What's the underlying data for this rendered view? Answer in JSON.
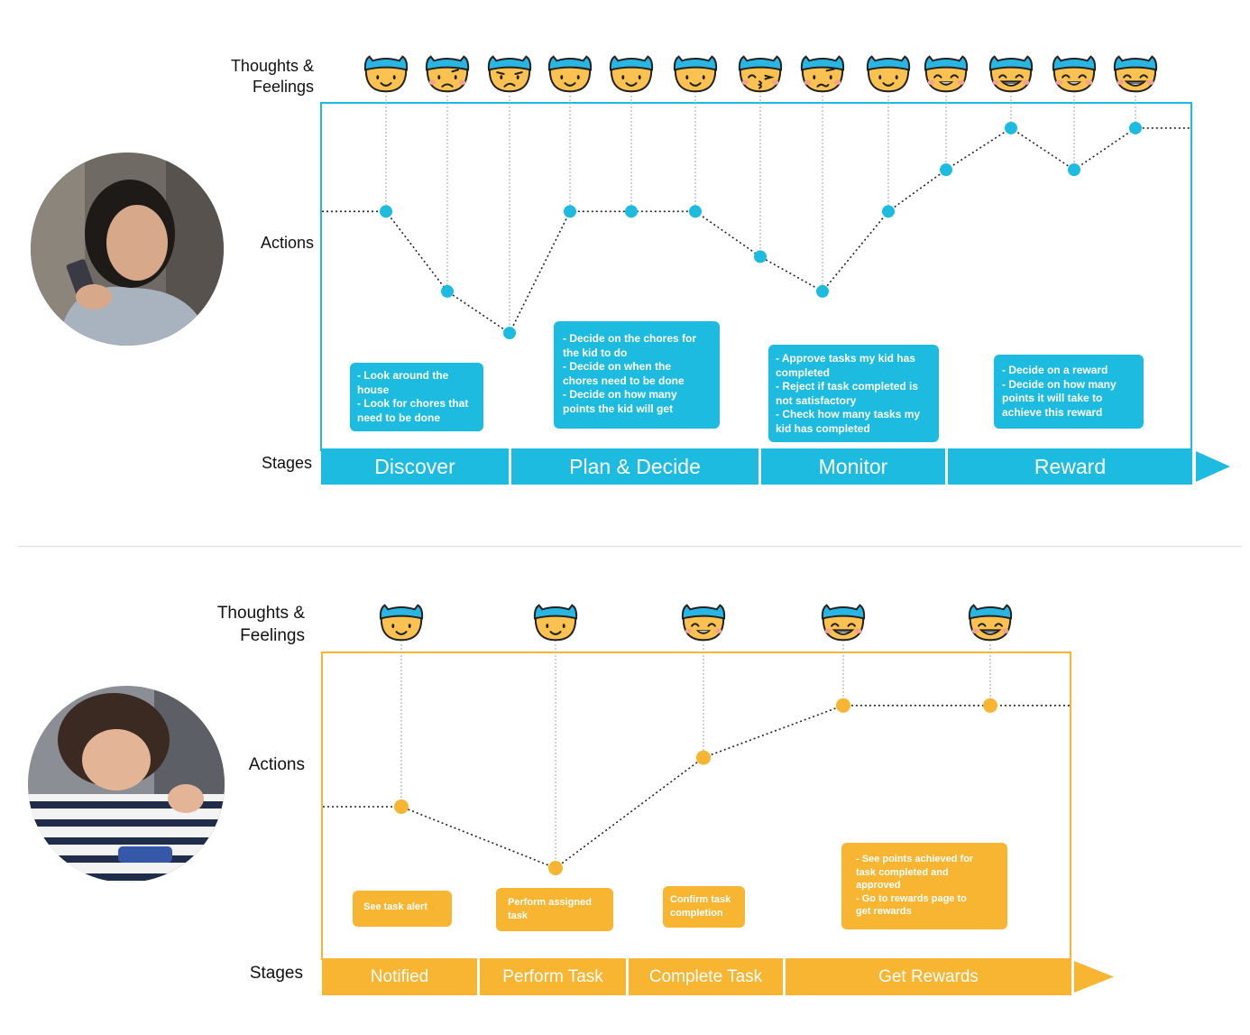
{
  "colors": {
    "parent_accent": "#1EBBE0",
    "kid_accent": "#F7B531",
    "face_fill": "#FBC252",
    "face_hat": "#29B6E3",
    "cheek": "#F6A18A",
    "divider": "#DCDCDC"
  },
  "parent_journey": {
    "row_labels": {
      "thoughts": "Thoughts &\nFeelings",
      "actions": "Actions",
      "stages": "Stages"
    },
    "avatar": {
      "icon": "woman-with-phone-photo"
    },
    "faces": [
      "smile",
      "worried",
      "frown",
      "smile",
      "smile",
      "smile",
      "wink-pout",
      "confused",
      "smile",
      "grin",
      "big-grin",
      "grin",
      "big-grin"
    ],
    "action_levels": [
      0.31,
      0.54,
      0.66,
      0.31,
      0.31,
      0.31,
      0.44,
      0.54,
      0.31,
      0.19,
      0.07,
      0.19,
      0.07
    ],
    "notes": [
      {
        "text": "- Look around the\n  house\n- Look for chores that\n  need to be done"
      },
      {
        "text": "- Decide on the chores for\n  the kid to do\n- Decide on when the\n  chores need to be done\n- Decide on how many\n  points the kid will get"
      },
      {
        "text": "- Approve tasks my kid has\n  completed\n- Reject if task completed is\n  not satisfactory\n- Check how many tasks my\n  kid has completed"
      },
      {
        "text": "- Decide on a reward\n- Decide on how many\n  points it will take to\n  achieve this reward"
      }
    ],
    "stages": [
      "Discover",
      "Plan & Decide",
      "Monitor",
      "Reward"
    ]
  },
  "kid_journey": {
    "row_labels": {
      "thoughts": "Thoughts &\nFeelings",
      "actions": "Actions",
      "stages": "Stages"
    },
    "avatar": {
      "icon": "girl-in-striped-shirt-photo"
    },
    "faces": [
      "smile",
      "smile",
      "grin",
      "big-grin",
      "big-grin"
    ],
    "action_levels": [
      0.5,
      0.7,
      0.34,
      0.17,
      0.17
    ],
    "notes": [
      {
        "text": "See task alert"
      },
      {
        "text": "Perform assigned\ntask"
      },
      {
        "text": "Confirm task\ncompletion"
      },
      {
        "text": "- See points achieved for\n  task completed and\n  approved\n- Go to rewards page to\n  get rewards"
      }
    ],
    "stages": [
      "Notified",
      "Perform Task",
      "Complete Task",
      "Get Rewards"
    ]
  }
}
